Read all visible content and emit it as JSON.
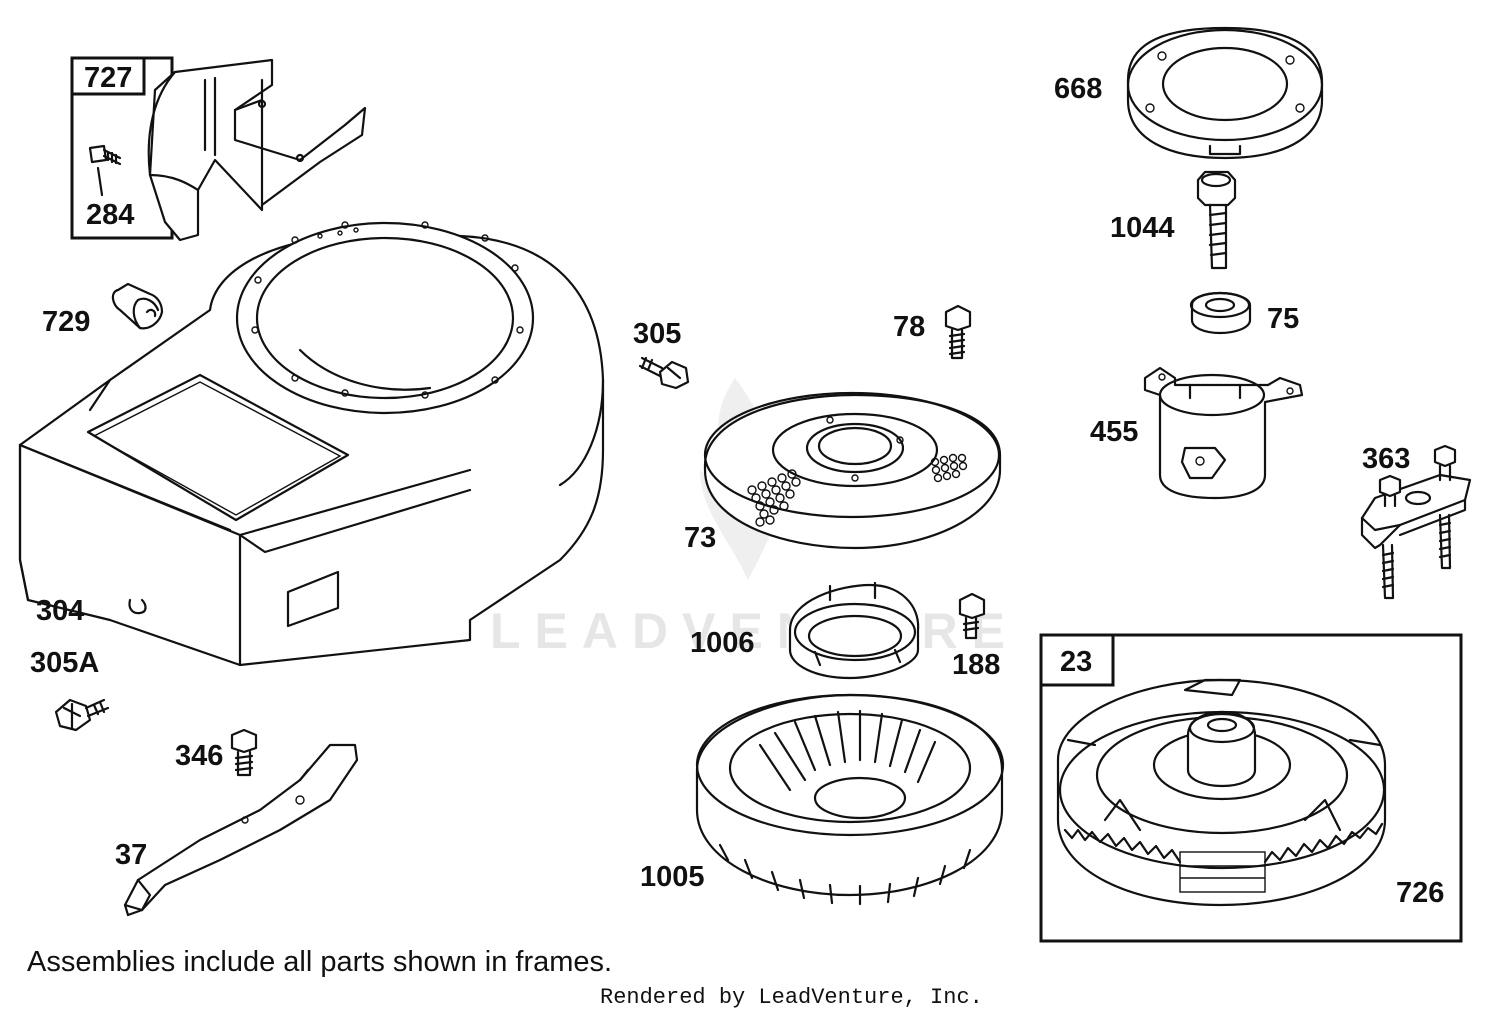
{
  "watermark": "LEADVENTURE",
  "frames": [
    {
      "label": "727"
    },
    {
      "label": "23"
    }
  ],
  "parts": [
    {
      "id": "p727",
      "label": "727"
    },
    {
      "id": "p284",
      "label": "284"
    },
    {
      "id": "p729",
      "label": "729"
    },
    {
      "id": "p304",
      "label": "304"
    },
    {
      "id": "p305A",
      "label": "305A"
    },
    {
      "id": "p346",
      "label": "346"
    },
    {
      "id": "p37",
      "label": "37"
    },
    {
      "id": "p305",
      "label": "305"
    },
    {
      "id": "p78",
      "label": "78"
    },
    {
      "id": "p73",
      "label": "73"
    },
    {
      "id": "p1006",
      "label": "1006"
    },
    {
      "id": "p188",
      "label": "188"
    },
    {
      "id": "p1005",
      "label": "1005"
    },
    {
      "id": "p668",
      "label": "668"
    },
    {
      "id": "p1044",
      "label": "1044"
    },
    {
      "id": "p75",
      "label": "75"
    },
    {
      "id": "p455",
      "label": "455"
    },
    {
      "id": "p363",
      "label": "363"
    },
    {
      "id": "p23",
      "label": "23"
    },
    {
      "id": "p726",
      "label": "726"
    }
  ],
  "footer": {
    "note": "Assemblies include all parts shown in frames.",
    "credit": "Rendered by LeadVenture, Inc."
  }
}
